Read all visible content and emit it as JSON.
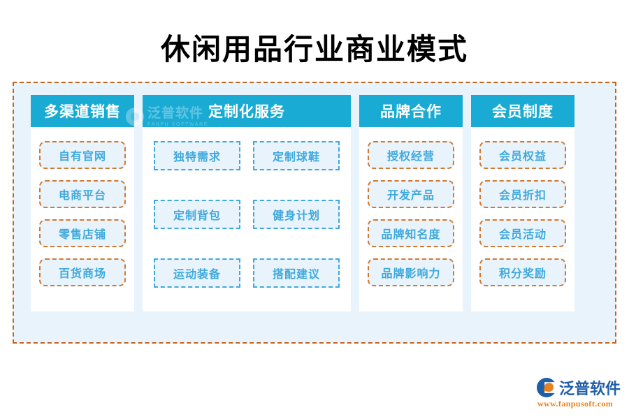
{
  "title": "休闲用品行业商业模式",
  "colors": {
    "header_cyan": "#1aabd4",
    "item_blue_text": "#3fa9dd",
    "item_fill": "#e8f3fc",
    "dashed_orange": "#d2792e",
    "frame_orange": "#c3631c",
    "frame_bg": "#e9f3fc",
    "panel_white": "#ffffff",
    "logo_blue": "#1f5fa9",
    "logo_orange": "#e8821e"
  },
  "columns": [
    {
      "header": "多渠道销售",
      "layout": "single",
      "items": [
        "自有官网",
        "电商平台",
        "零售店铺",
        "百货商场"
      ]
    },
    {
      "header": "定制化服务",
      "layout": "grid2",
      "items": [
        "独特需求",
        "定制球鞋",
        "定制背包",
        "健身计划",
        "运动装备",
        "搭配建议"
      ]
    },
    {
      "header": "品牌合作",
      "layout": "single",
      "items": [
        "授权经营",
        "开发产品",
        "品牌知名度",
        "品牌影响力"
      ]
    },
    {
      "header": "会员制度",
      "layout": "single",
      "items": [
        "会员权益",
        "会员折扣",
        "会员活动",
        "积分奖励"
      ]
    }
  ],
  "watermark": {
    "cn": "泛普软件",
    "en": "FANPU SOFTWARE"
  },
  "footer_logo": {
    "cn": "泛普软件",
    "url": "www.fanpusoft.com"
  }
}
